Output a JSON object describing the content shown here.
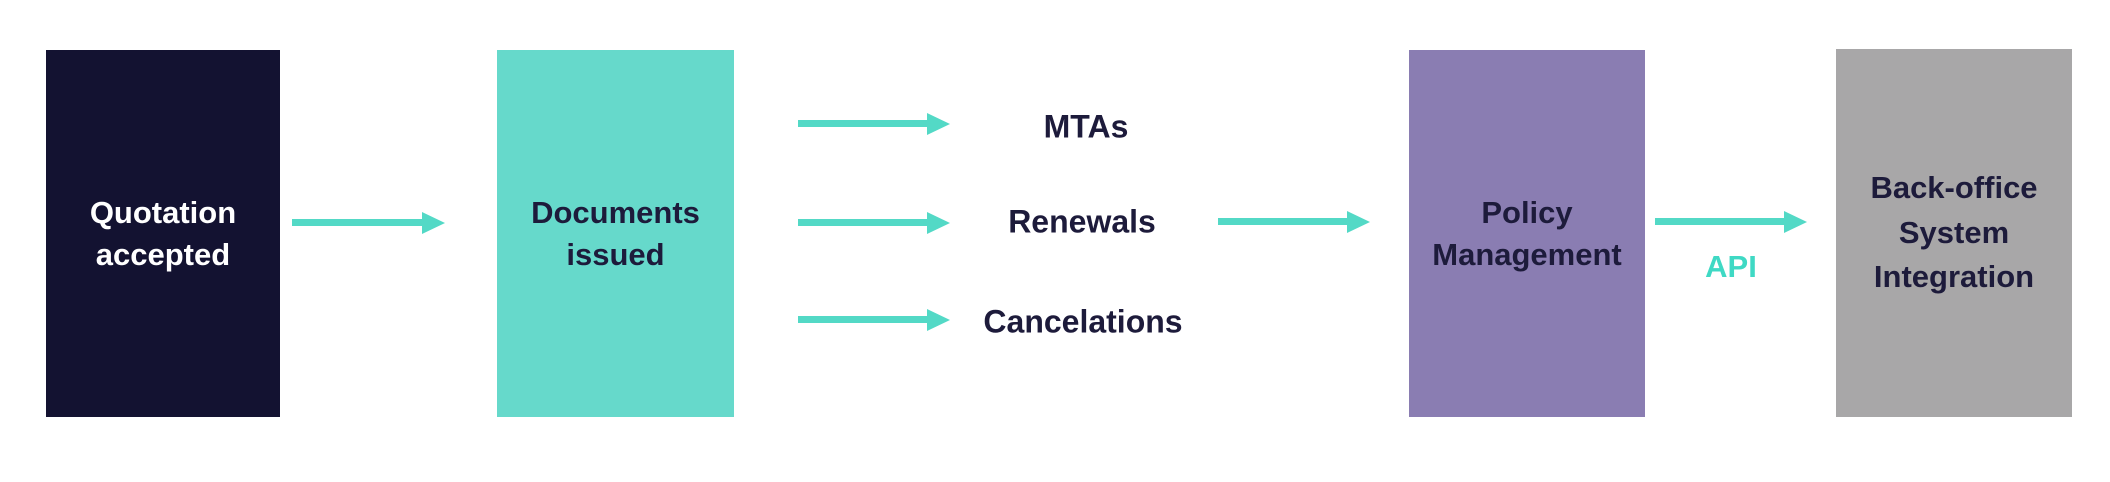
{
  "diagram": {
    "title": "policy-lifecycle-flow",
    "colors": {
      "quotation_box": "#131231",
      "documents_box": "#66d9cb",
      "policy_box": "#8a7db2",
      "backoffice_box": "#a8a7a8",
      "arrow": "#53d9c6",
      "dark_text": "#1d1b3b",
      "light_text": "#ffffff",
      "api_text": "#3fd9c4"
    },
    "nodes": {
      "quotation": {
        "label": "Quotation\naccepted"
      },
      "documents": {
        "label": "Documents\nissued"
      },
      "policy": {
        "label": "Policy\nManagement"
      },
      "backoffice": {
        "label": "Back-office\nSystem\nIntegration"
      }
    },
    "branches": {
      "mtas": {
        "label": "MTAs"
      },
      "renewals": {
        "label": "Renewals"
      },
      "cancelations": {
        "label": "Cancelations"
      }
    },
    "api": {
      "label": "API"
    }
  }
}
